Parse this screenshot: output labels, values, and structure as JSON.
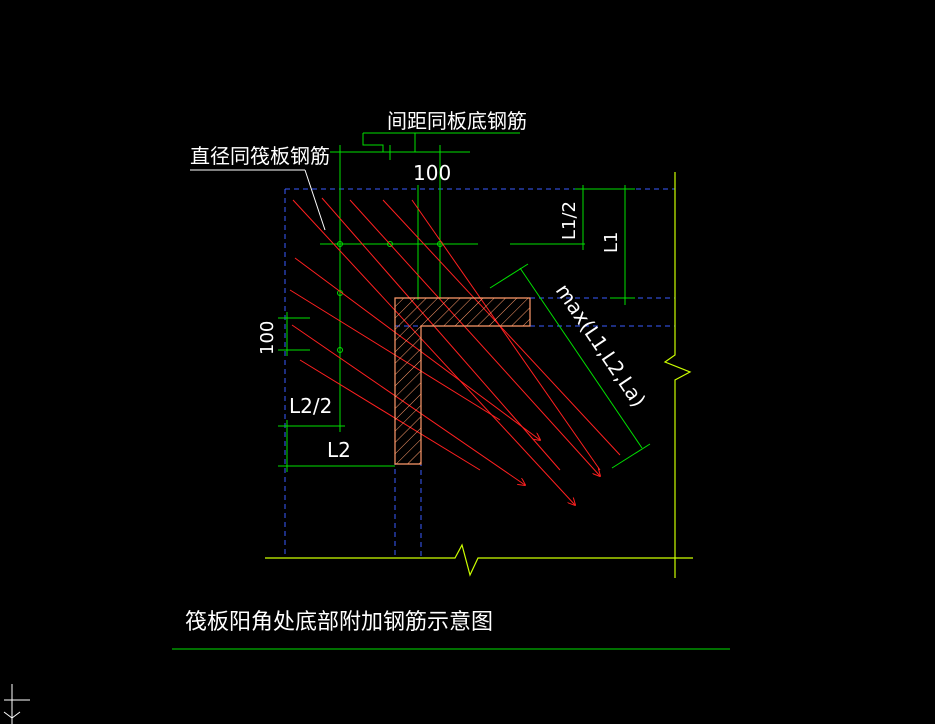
{
  "labels": {
    "spacing_note": "间距同板底钢筋",
    "diameter_note": "直径同筏板钢筋",
    "dim_100_top": "100",
    "dim_L1_half": "L1/2",
    "dim_L1": "L1",
    "dim_max": "max(L1,L2,La)",
    "dim_100_left": "100",
    "dim_L2_half": "L2/2",
    "dim_L2": "L2",
    "caption": "筏板阳角处底部附加钢筋示意图"
  },
  "colors": {
    "background": "#000000",
    "outline": "#3a5cff",
    "dimension": "#00e000",
    "rebar": "#ff2020",
    "column": "#ff9a6a",
    "text": "#ffffff",
    "break_line": "#ccff00"
  }
}
